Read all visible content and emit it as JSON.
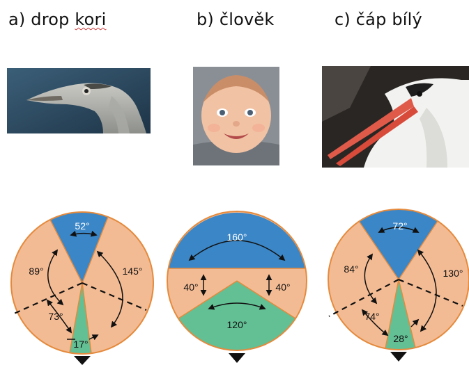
{
  "titles": {
    "a_prefix": "a) drop ",
    "a_underlined": "kori",
    "b": "b) člověk",
    "c": "c) čáp bílý"
  },
  "panels": [
    {
      "id": "drop-kori",
      "photo_icon": "bird-kori-head-icon",
      "labels": {
        "top": "52°",
        "left": "89°",
        "right": "145°",
        "lower_left": "73°",
        "bottom": "17°"
      }
    },
    {
      "id": "clovek",
      "photo_icon": "baby-face-icon",
      "labels": {
        "top": "160°",
        "left": "40°",
        "right": "40°",
        "bottom": "120°"
      }
    },
    {
      "id": "cap-bily",
      "photo_icon": "stork-head-icon",
      "labels": {
        "top": "72°",
        "left": "84°",
        "right": "130°",
        "lower_left": "74°",
        "bottom": "28°"
      }
    }
  ],
  "colors": {
    "binocular": "#3b86c6",
    "monocular": "#f3bb94",
    "bottom_field": "#63bf94",
    "outline": "#e58a3c"
  }
}
